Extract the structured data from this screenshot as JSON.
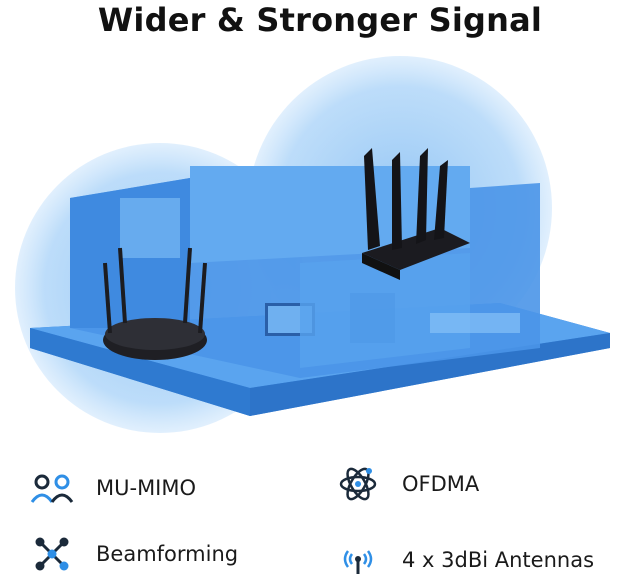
{
  "header": {
    "title": "Wider & Stronger Signal"
  },
  "scene": {
    "description_icon": "house-with-routers",
    "signal_color": "#3d97ec"
  },
  "features": [
    {
      "label": "MU-MIMO",
      "icon": "users-icon"
    },
    {
      "label": "OFDMA",
      "icon": "atom-icon"
    },
    {
      "label": "Beamforming",
      "icon": "network-nodes-icon"
    },
    {
      "label": "4 x 3dBi Antennas",
      "icon": "antenna-signal-icon"
    }
  ],
  "colors": {
    "accent": "#2f8fe6",
    "dark": "#1b2a3a"
  }
}
